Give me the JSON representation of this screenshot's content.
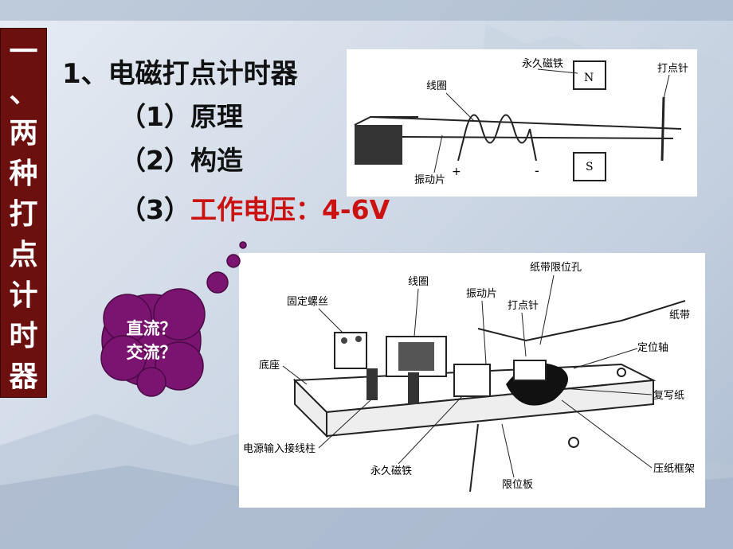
{
  "side_title": {
    "chars": [
      "一",
      "、",
      "两",
      "种",
      "打",
      "点",
      "计",
      "时",
      "器"
    ]
  },
  "heading": "1、电磁打点计时器",
  "items": [
    {
      "label": "（1）原理",
      "highlight": ""
    },
    {
      "label": "（2）构造",
      "highlight": ""
    },
    {
      "label": "（3）",
      "highlight": "工作电压：4-6V"
    }
  ],
  "cloud": {
    "line1": "直流？",
    "line2": "交流？"
  },
  "diagram_top": {
    "labels": {
      "magnet": "永久磁铁",
      "coil": "线圈",
      "needle": "打点针",
      "reed": "振动片",
      "n": "N",
      "s": "S",
      "minus": "-",
      "plus": "+"
    }
  },
  "diagram_bottom": {
    "labels": {
      "coil": "线圈",
      "screw": "固定螺丝",
      "reed": "振动片",
      "needle": "打点针",
      "hole": "纸带限位孔",
      "tape": "纸带",
      "axis": "定位轴",
      "carbon": "复写纸",
      "base": "底座",
      "terminals": "电源输入接线柱",
      "magnet": "永久磁铁",
      "limit_plate": "限位板",
      "press_frame": "压纸框架"
    }
  },
  "colors": {
    "title_bg": "#6b0f0f",
    "cloud": "#7a1470",
    "accent_red": "#cc1111"
  }
}
